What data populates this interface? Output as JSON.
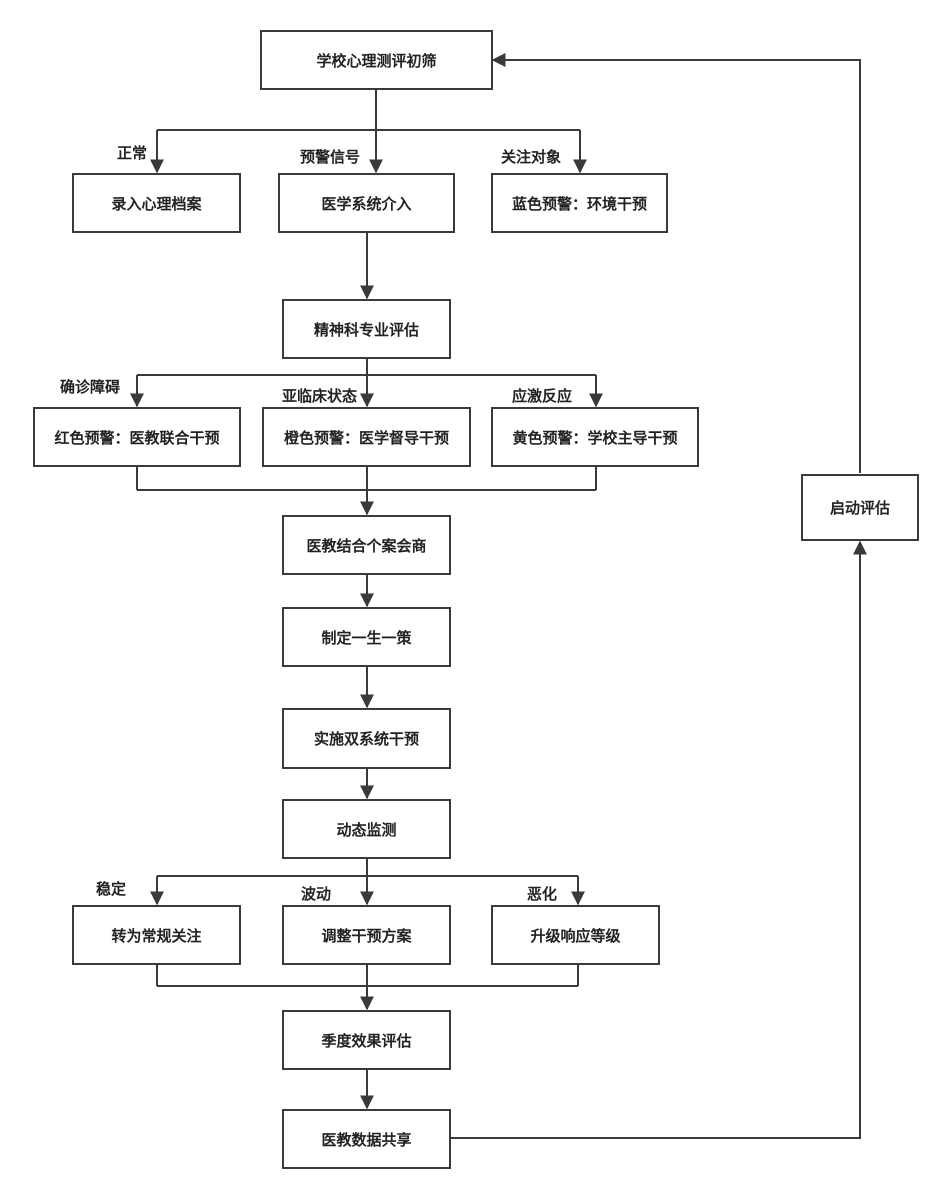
{
  "nodes": {
    "screening": "学校心理测评初筛",
    "archive": "录入心理档案",
    "medical": "医学系统介入",
    "blue": "蓝色预警：环境干预",
    "psych_eval": "精神科专业评估",
    "red": "红色预警：医教联合干预",
    "orange": "橙色预警：医学督导干预",
    "yellow": "黄色预警：学校主导干预",
    "consult": "医教结合个案会商",
    "plan": "制定一生一策",
    "implement": "实施双系统干预",
    "monitor": "动态监测",
    "routine": "转为常规关注",
    "adjust": "调整干预方案",
    "upgrade": "升级响应等级",
    "quarterly": "季度效果评估",
    "share": "医教数据共享",
    "restart": "启动评估"
  },
  "labels": {
    "normal": "正常",
    "warning": "预警信号",
    "attention": "关注对象",
    "diagnosed": "确诊障碍",
    "subclinical": "亚临床状态",
    "stress": "应激反应",
    "stable": "稳定",
    "fluctuate": "波动",
    "worsen": "恶化"
  }
}
